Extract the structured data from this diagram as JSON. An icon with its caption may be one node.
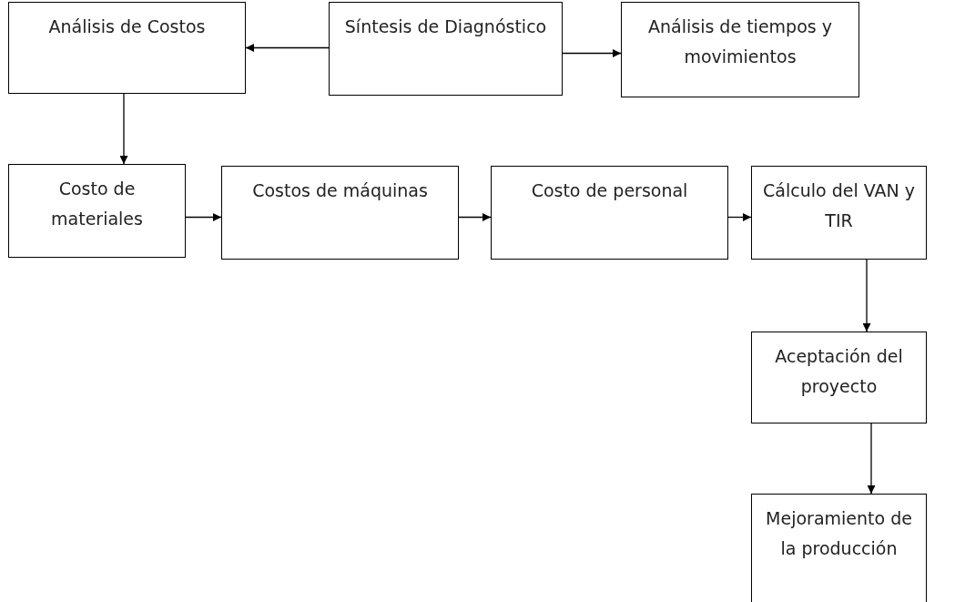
{
  "diagram": {
    "nodes": [
      {
        "text": [
          "Análisis de Costos"
        ]
      },
      {
        "text": [
          "Síntesis de Diagnóstico"
        ]
      },
      {
        "text": [
          "Análisis de tiempos y movimientos"
        ]
      },
      {
        "text": [
          "Costo de materiales"
        ]
      },
      {
        "text": [
          "Costos de máquinas"
        ]
      },
      {
        "text": [
          "Costo de personal"
        ]
      },
      {
        "text": [
          "Cálculo del VAN y TIR"
        ]
      },
      {
        "text": [
          "Aceptación del proyecto"
        ]
      },
      {
        "text": [
          "Mejoramiento de la producción"
        ]
      }
    ],
    "edges": [
      {
        "from": 1,
        "to": 0,
        "arrow": "to"
      },
      {
        "from": 1,
        "to": 2,
        "arrow": "to"
      },
      {
        "from": 0,
        "to": 3,
        "arrow": "to"
      },
      {
        "from": 3,
        "to": 4,
        "arrow": "to"
      },
      {
        "from": 4,
        "to": 5,
        "arrow": "to"
      },
      {
        "from": 5,
        "to": 6,
        "arrow": "to"
      },
      {
        "from": 6,
        "to": 7,
        "arrow": "to"
      },
      {
        "from": 7,
        "to": 8,
        "arrow": "to"
      }
    ]
  }
}
